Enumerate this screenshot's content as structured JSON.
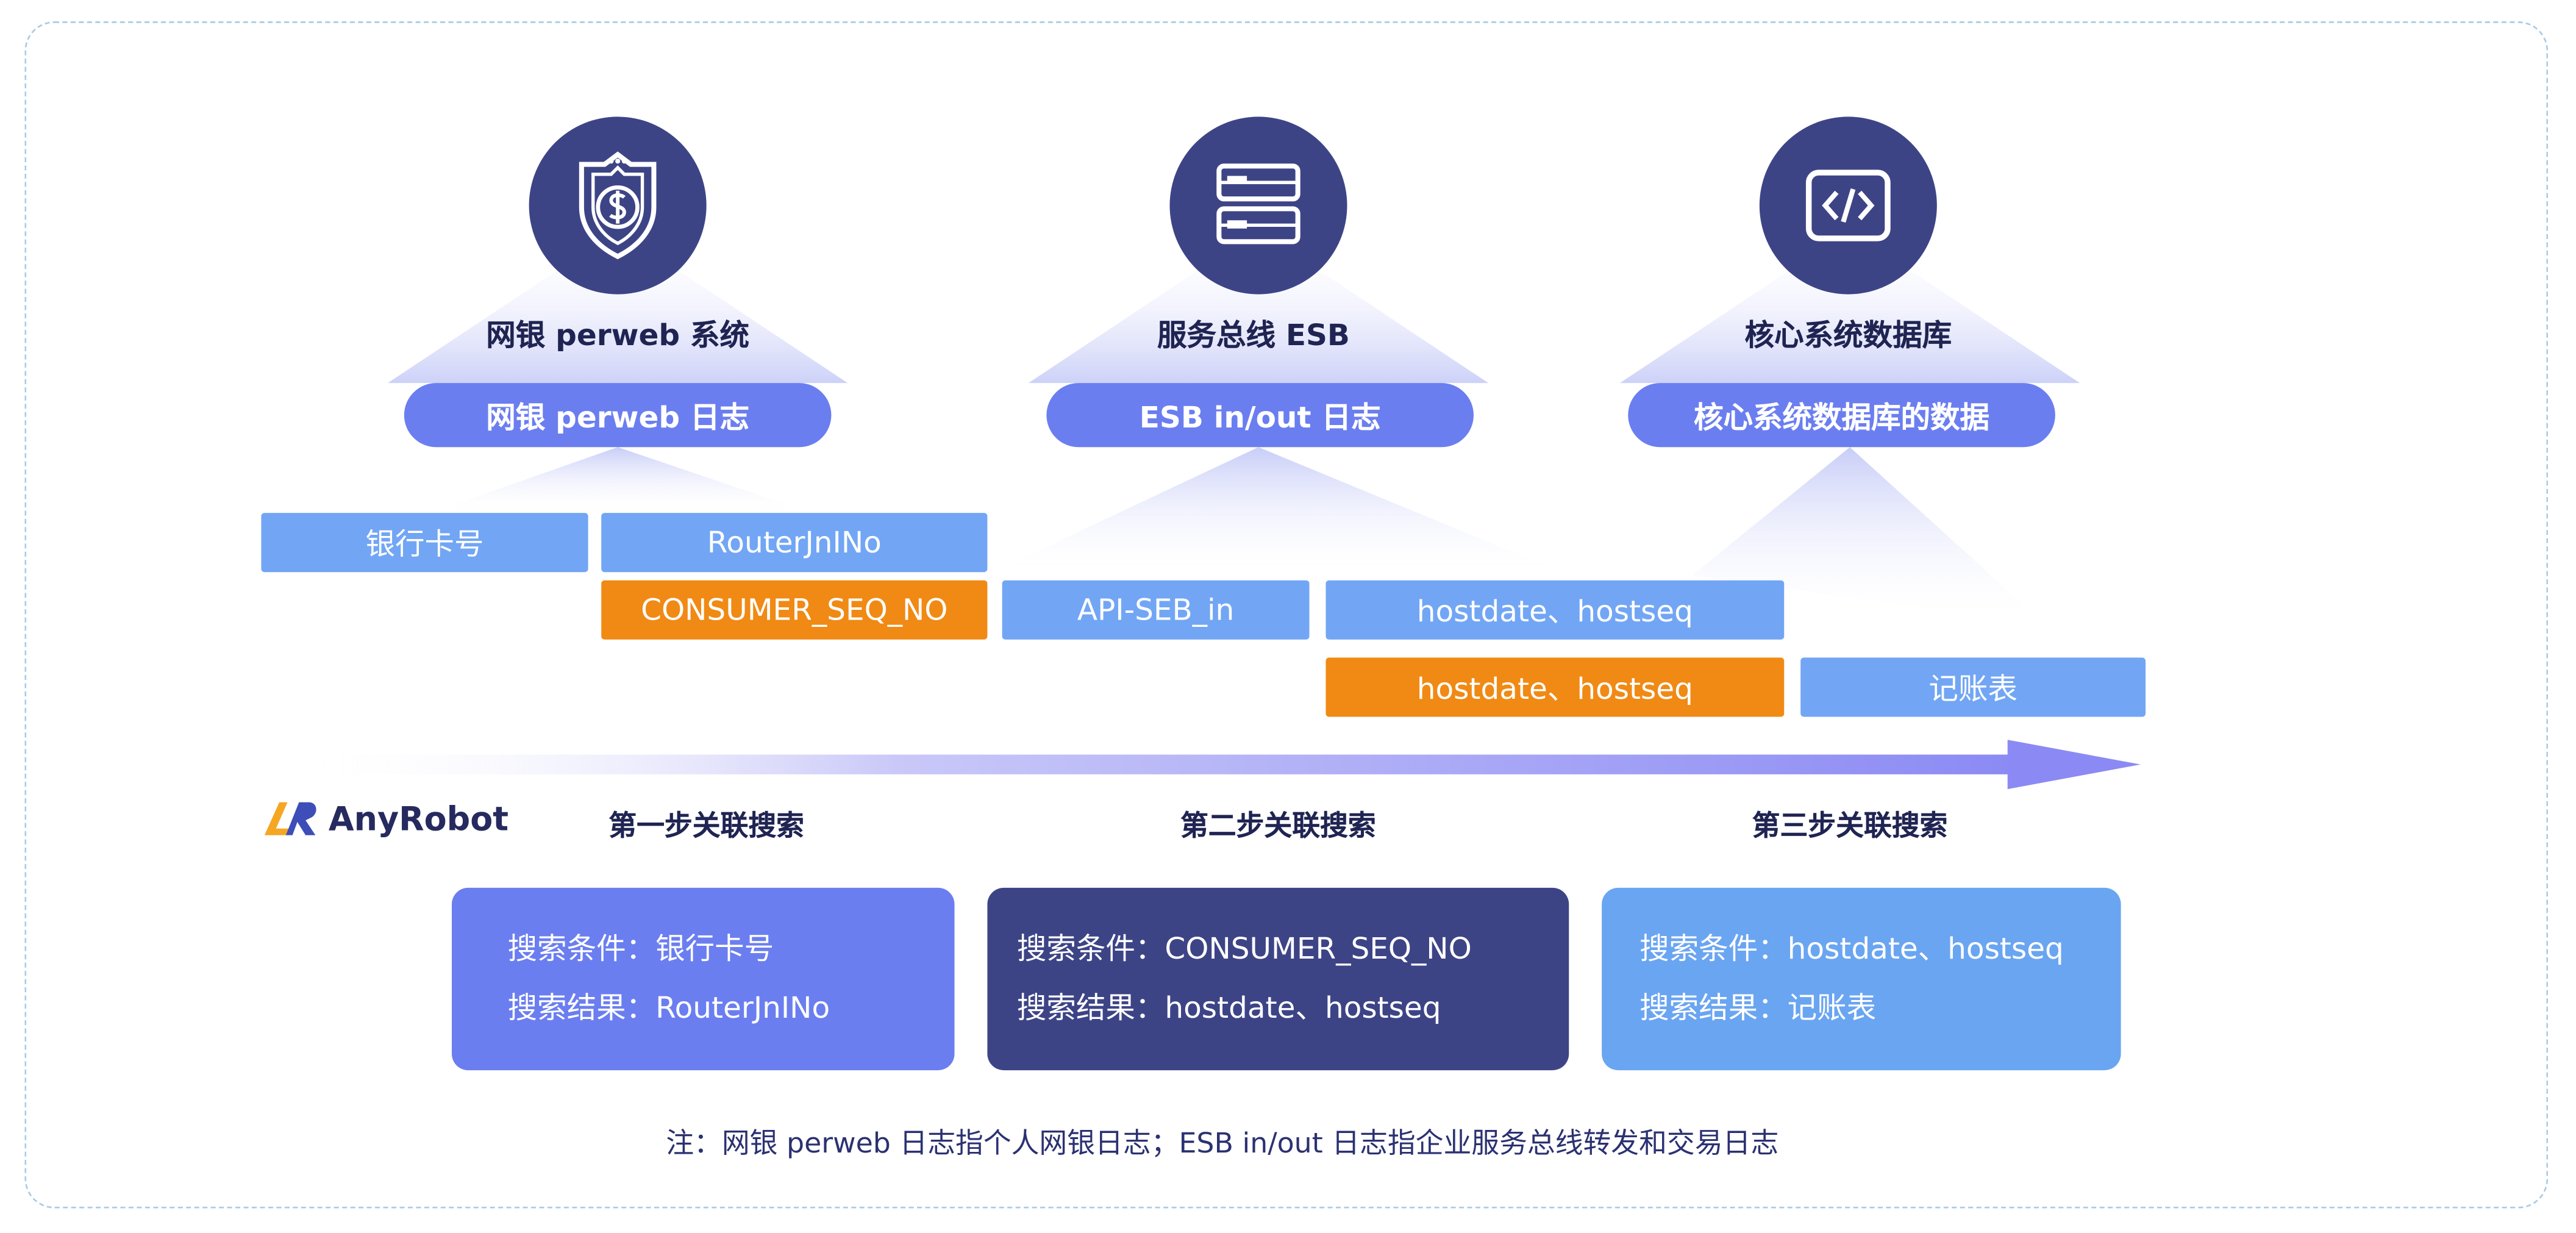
{
  "systems": [
    {
      "title": "网银 perweb 系统",
      "icon": "shield-dollar-icon",
      "pill": "网银 perweb 日志"
    },
    {
      "title": "服务总线 ESB",
      "icon": "server-icon",
      "pill": "ESB in/out 日志"
    },
    {
      "title": "核心系统数据库",
      "icon": "code-icon",
      "pill": "核心系统数据库的数据"
    }
  ],
  "fields": {
    "card_no": "银行卡号",
    "router": "RouterJnINo",
    "consumer": "CONSUMER_SEQ_NO",
    "api": "API-SEB_in",
    "host1": "hostdate、hostseq",
    "host2": "hostdate、hostseq",
    "ledger": "记账表"
  },
  "brand": {
    "logo_text": "AnyRobot"
  },
  "steps": [
    {
      "label": "第一步关联搜索",
      "condition": "搜索条件：银行卡号",
      "result": "搜索结果：RouterJnINo"
    },
    {
      "label": "第二步关联搜索",
      "condition": "搜索条件：CONSUMER_SEQ_NO",
      "result": "搜索结果：hostdate、hostseq"
    },
    {
      "label": "第三步关联搜索",
      "condition": "搜索条件：hostdate、hostseq",
      "result": "搜索结果：记账表"
    }
  ],
  "note": "注：网银 perweb 日志指个人网银日志；ESB in/out 日志指企业服务总线转发和交易日志",
  "colors": {
    "navy": "#3d4486",
    "pill": "#6b7ef0",
    "tag_blue": "#72a6f4",
    "tag_orange": "#f08a14",
    "card1": "#6b7ef0",
    "card2": "#3d4486",
    "card3": "#6aa5f1"
  }
}
